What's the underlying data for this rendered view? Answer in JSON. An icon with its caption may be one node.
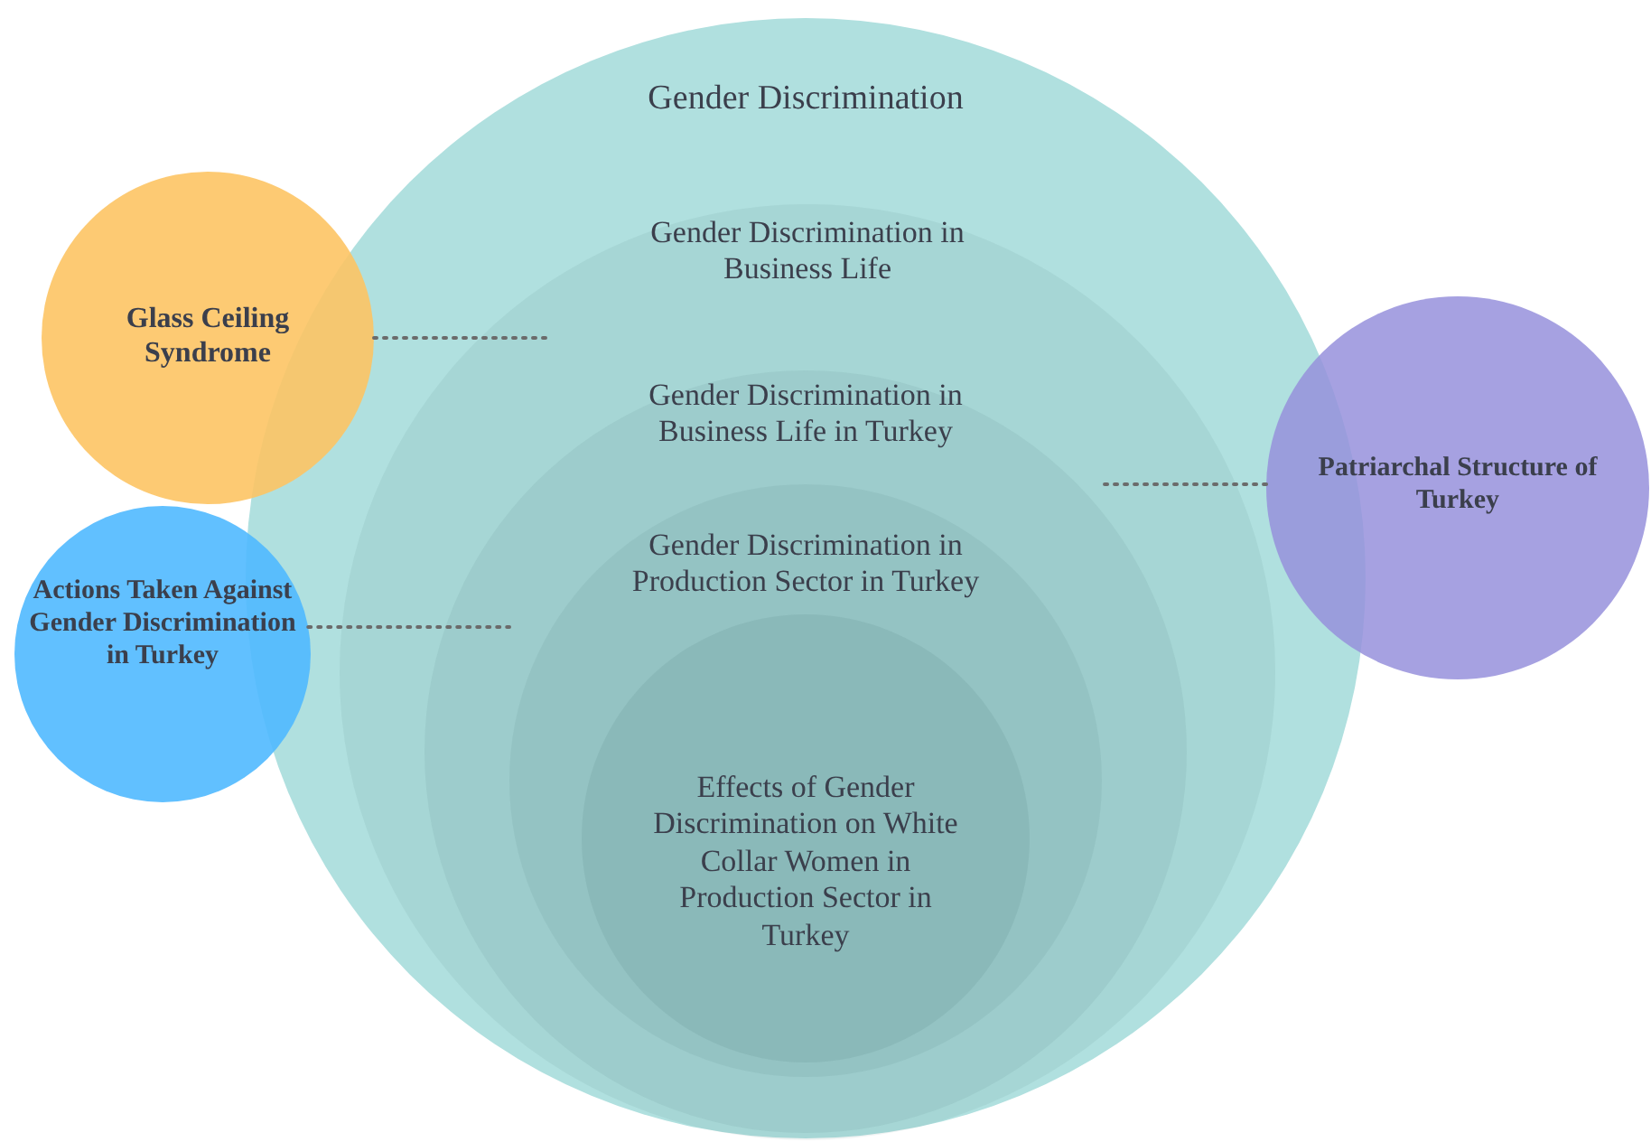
{
  "diagram": {
    "nodes": [
      {
        "text": [
          "Gender Discrimination"
        ]
      },
      {
        "text": [
          "Gender Discrimination in Business Life"
        ],
        "in": 0
      },
      {
        "text": [
          "Gender Discrimination in Business Life in Turkey"
        ],
        "in": 1
      },
      {
        "text": [
          "Gender Discrimination in Production Sector in Turkey"
        ],
        "in": 2
      },
      {
        "text": [
          "Effects of Gender Discrimination on White Collar Women in Production Sector in Turkey"
        ],
        "in": 3
      },
      {
        "text": [
          "Glass Ceiling Syndrome"
        ]
      },
      {
        "text": [
          "Actions Taken Against Gender Discrimination in Turkey"
        ]
      },
      {
        "text": [
          "Patriarchal Structure of Turkey"
        ]
      }
    ],
    "edges": [
      {
        "from": 5,
        "to": null,
        "arrow": "none",
        "style": "dashed"
      },
      {
        "from": 6,
        "to": 3,
        "arrow": "none",
        "style": "dashed"
      },
      {
        "from": 7,
        "to": 3,
        "arrow": "none",
        "style": "dashed"
      }
    ]
  }
}
